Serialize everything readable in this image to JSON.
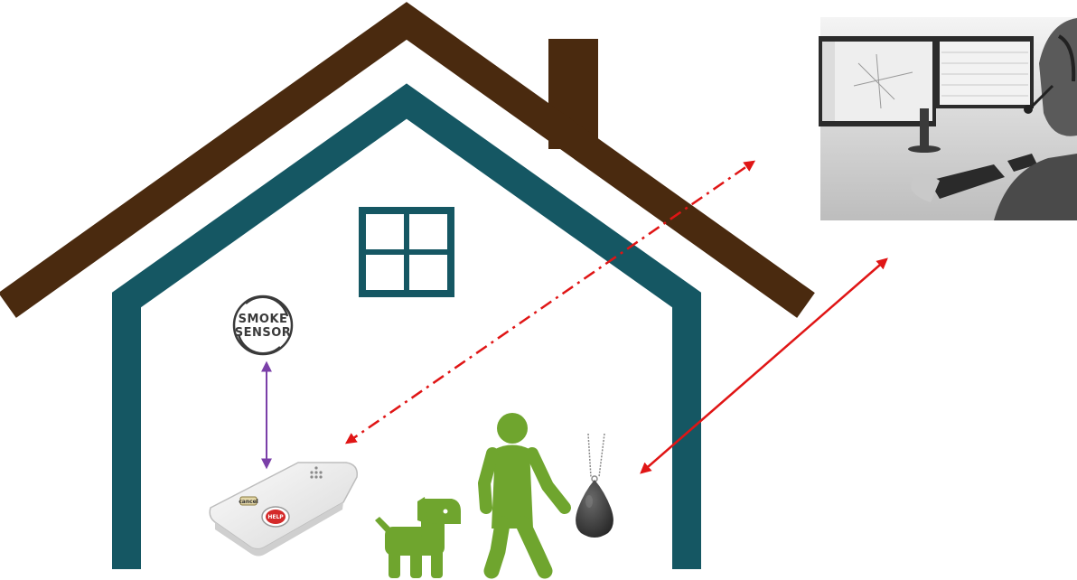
{
  "smoke_sensor": {
    "line1": "SMOKE",
    "line2": "SENSOR"
  },
  "base_unit": {
    "help_label": "HELP",
    "small_button_label": "cancel"
  },
  "colors": {
    "roof": "#4a2a0f",
    "house_wall": "#155763",
    "figures": "#6fa52e",
    "sensor_link": "#7a3fa8",
    "remote_link": "#e01515",
    "pendant": "#3a3a3a"
  },
  "icons": [
    "house-icon",
    "window-icon",
    "smoke-sensor-icon",
    "base-unit-icon",
    "dog-icon",
    "person-walking-icon",
    "pendant-icon",
    "monitoring-center-photo"
  ],
  "connections": [
    {
      "from": "smoke-sensor",
      "to": "base-unit",
      "style": "solid",
      "direction": "both"
    },
    {
      "from": "base-unit",
      "to": "monitoring-center",
      "style": "dash-dot",
      "direction": "both"
    },
    {
      "from": "pendant",
      "to": "monitoring-center",
      "style": "solid",
      "direction": "both"
    }
  ]
}
